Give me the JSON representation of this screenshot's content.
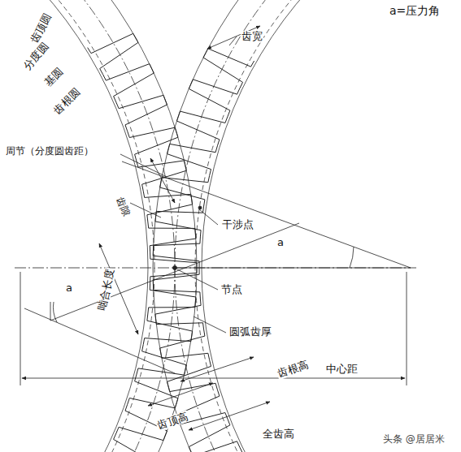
{
  "diagram": {
    "labels": [
      "a=压力角",
      "齿顶圆",
      "分度圆",
      "基圆",
      "齿根圆",
      "齿宽",
      "周节（分度圆齿距）",
      "齿隙",
      "干涉点",
      "a",
      "节点",
      "啮合长度",
      "a",
      "圆弧齿厚",
      "齿根高",
      "中心距",
      "齿顶高",
      "全齿高",
      "头条 @居居米"
    ]
  }
}
